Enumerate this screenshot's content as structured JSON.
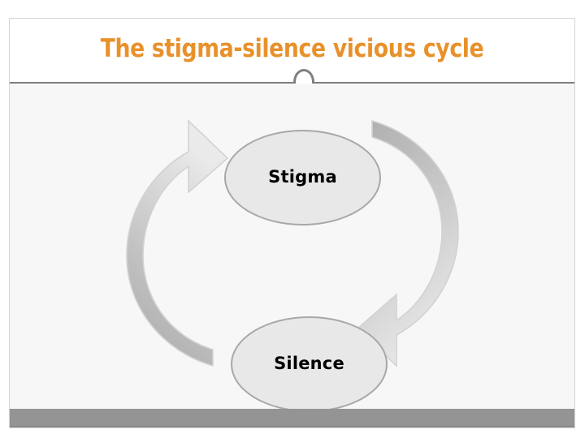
{
  "slide": {
    "title": "The stigma-silence vicious cycle",
    "title_color": "#e8912b",
    "background_color": "#f7f7f7",
    "header_background_color": "#ffffff",
    "footer_bar_color": "#949494",
    "divider_color": "#7d7d7d",
    "divider_ring_icon": "ring-icon"
  },
  "diagram": {
    "type": "cycle",
    "node_fill_color": "#e8e8e8",
    "node_border_color": "#a8a8a8",
    "arrow_fill_light": "#e2e2e2",
    "arrow_fill_dark": "#aeaeae",
    "arrow_border_color": "#cfcfcf",
    "nodes": [
      {
        "id": "stigma",
        "label": "Stigma",
        "position": "top"
      },
      {
        "id": "silence",
        "label": "Silence",
        "position": "bottom"
      }
    ],
    "arrows": [
      {
        "id": "silence-to-stigma",
        "from": "silence",
        "to": "stigma",
        "side": "left",
        "direction": "up"
      },
      {
        "id": "stigma-to-silence",
        "from": "stigma",
        "to": "silence",
        "side": "right",
        "direction": "down"
      }
    ]
  }
}
